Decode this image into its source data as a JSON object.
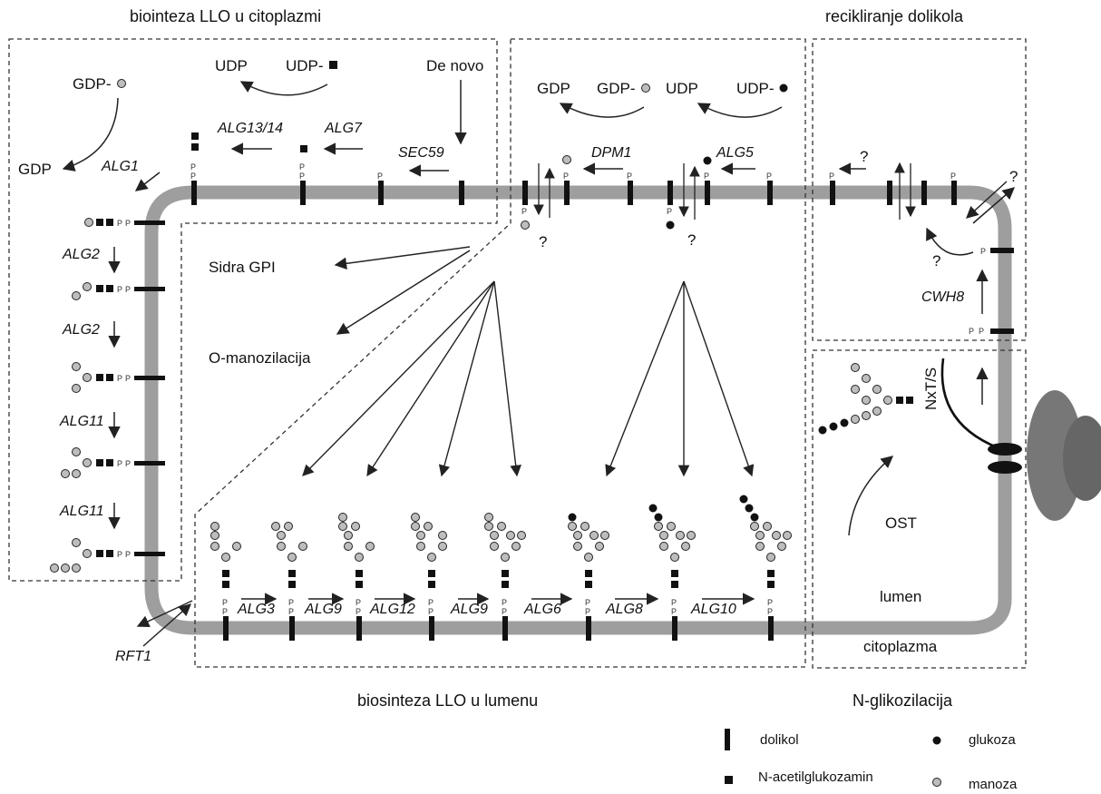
{
  "regions": {
    "cyto_llo": "biointeza LLO u citoplazmi",
    "dolichol_recycling": "recikliranje dolikola",
    "lumen_llo": "biosinteza LLO u lumenu",
    "n_glyco": "N-glikozilacija"
  },
  "substrates": {
    "gdp_man_1": "GDP-",
    "gdp_1": "GDP",
    "udp_1": "UDP",
    "udp_glcnac": "UDP-",
    "de_novo": "De novo",
    "gdp_2": "GDP",
    "gdp_man_2": "GDP-",
    "udp_2": "UDP",
    "udp_glc": "UDP-"
  },
  "enzymes": {
    "alg1": "ALG1",
    "alg2_a": "ALG2",
    "alg2_b": "ALG2",
    "alg11_a": "ALG11",
    "alg11_b": "ALG11",
    "alg13_14": "ALG13/14",
    "alg7": "ALG7",
    "sec59": "SEC59",
    "dpm1": "DPM1",
    "alg5": "ALG5",
    "rft1": "RFT1",
    "cwh8": "CWH8",
    "alg3": "ALG3",
    "alg9_a": "ALG9",
    "alg12": "ALG12",
    "alg9_b": "ALG9",
    "alg6": "ALG6",
    "alg8": "ALG8",
    "alg10": "ALG10"
  },
  "pathways": {
    "gpi": "Sidra GPI",
    "o_mannosylation": "O-manozilacija",
    "ost": "OST",
    "nxts": "NxT/S"
  },
  "compartments": {
    "lumen": "lumen",
    "cytoplasm": "citoplazma"
  },
  "unknown_mark": "?",
  "phosphate": "P",
  "legend": {
    "dolichol": "dolikol",
    "glcnac": "N-acetilglukozamin",
    "glucose": "glukoza",
    "mannose": "manoza"
  },
  "colors": {
    "membrane": "#9e9e9e",
    "mannose": "#bdbdbd",
    "glucose": "#111111",
    "glcnac": "#111111",
    "ribosome": "#777777",
    "ink": "#222222"
  }
}
